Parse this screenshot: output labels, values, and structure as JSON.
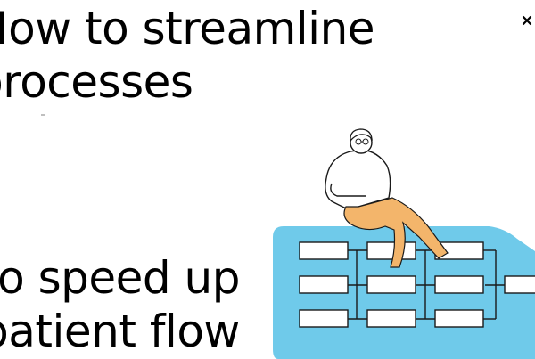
{
  "slide": {
    "title_lines": [
      "How to streamline",
      "processes"
    ],
    "subtitle_lines": [
      "to speed up",
      "patient flow"
    ]
  },
  "controls": {
    "close_icon": "close-icon"
  },
  "illustration": {
    "board_color": "#6fcaea",
    "box_fill": "#ffffff",
    "line_color": "#1a1a1a",
    "person_pants_color": "#f3b56b",
    "person_icon": "person-sitting-icon"
  }
}
